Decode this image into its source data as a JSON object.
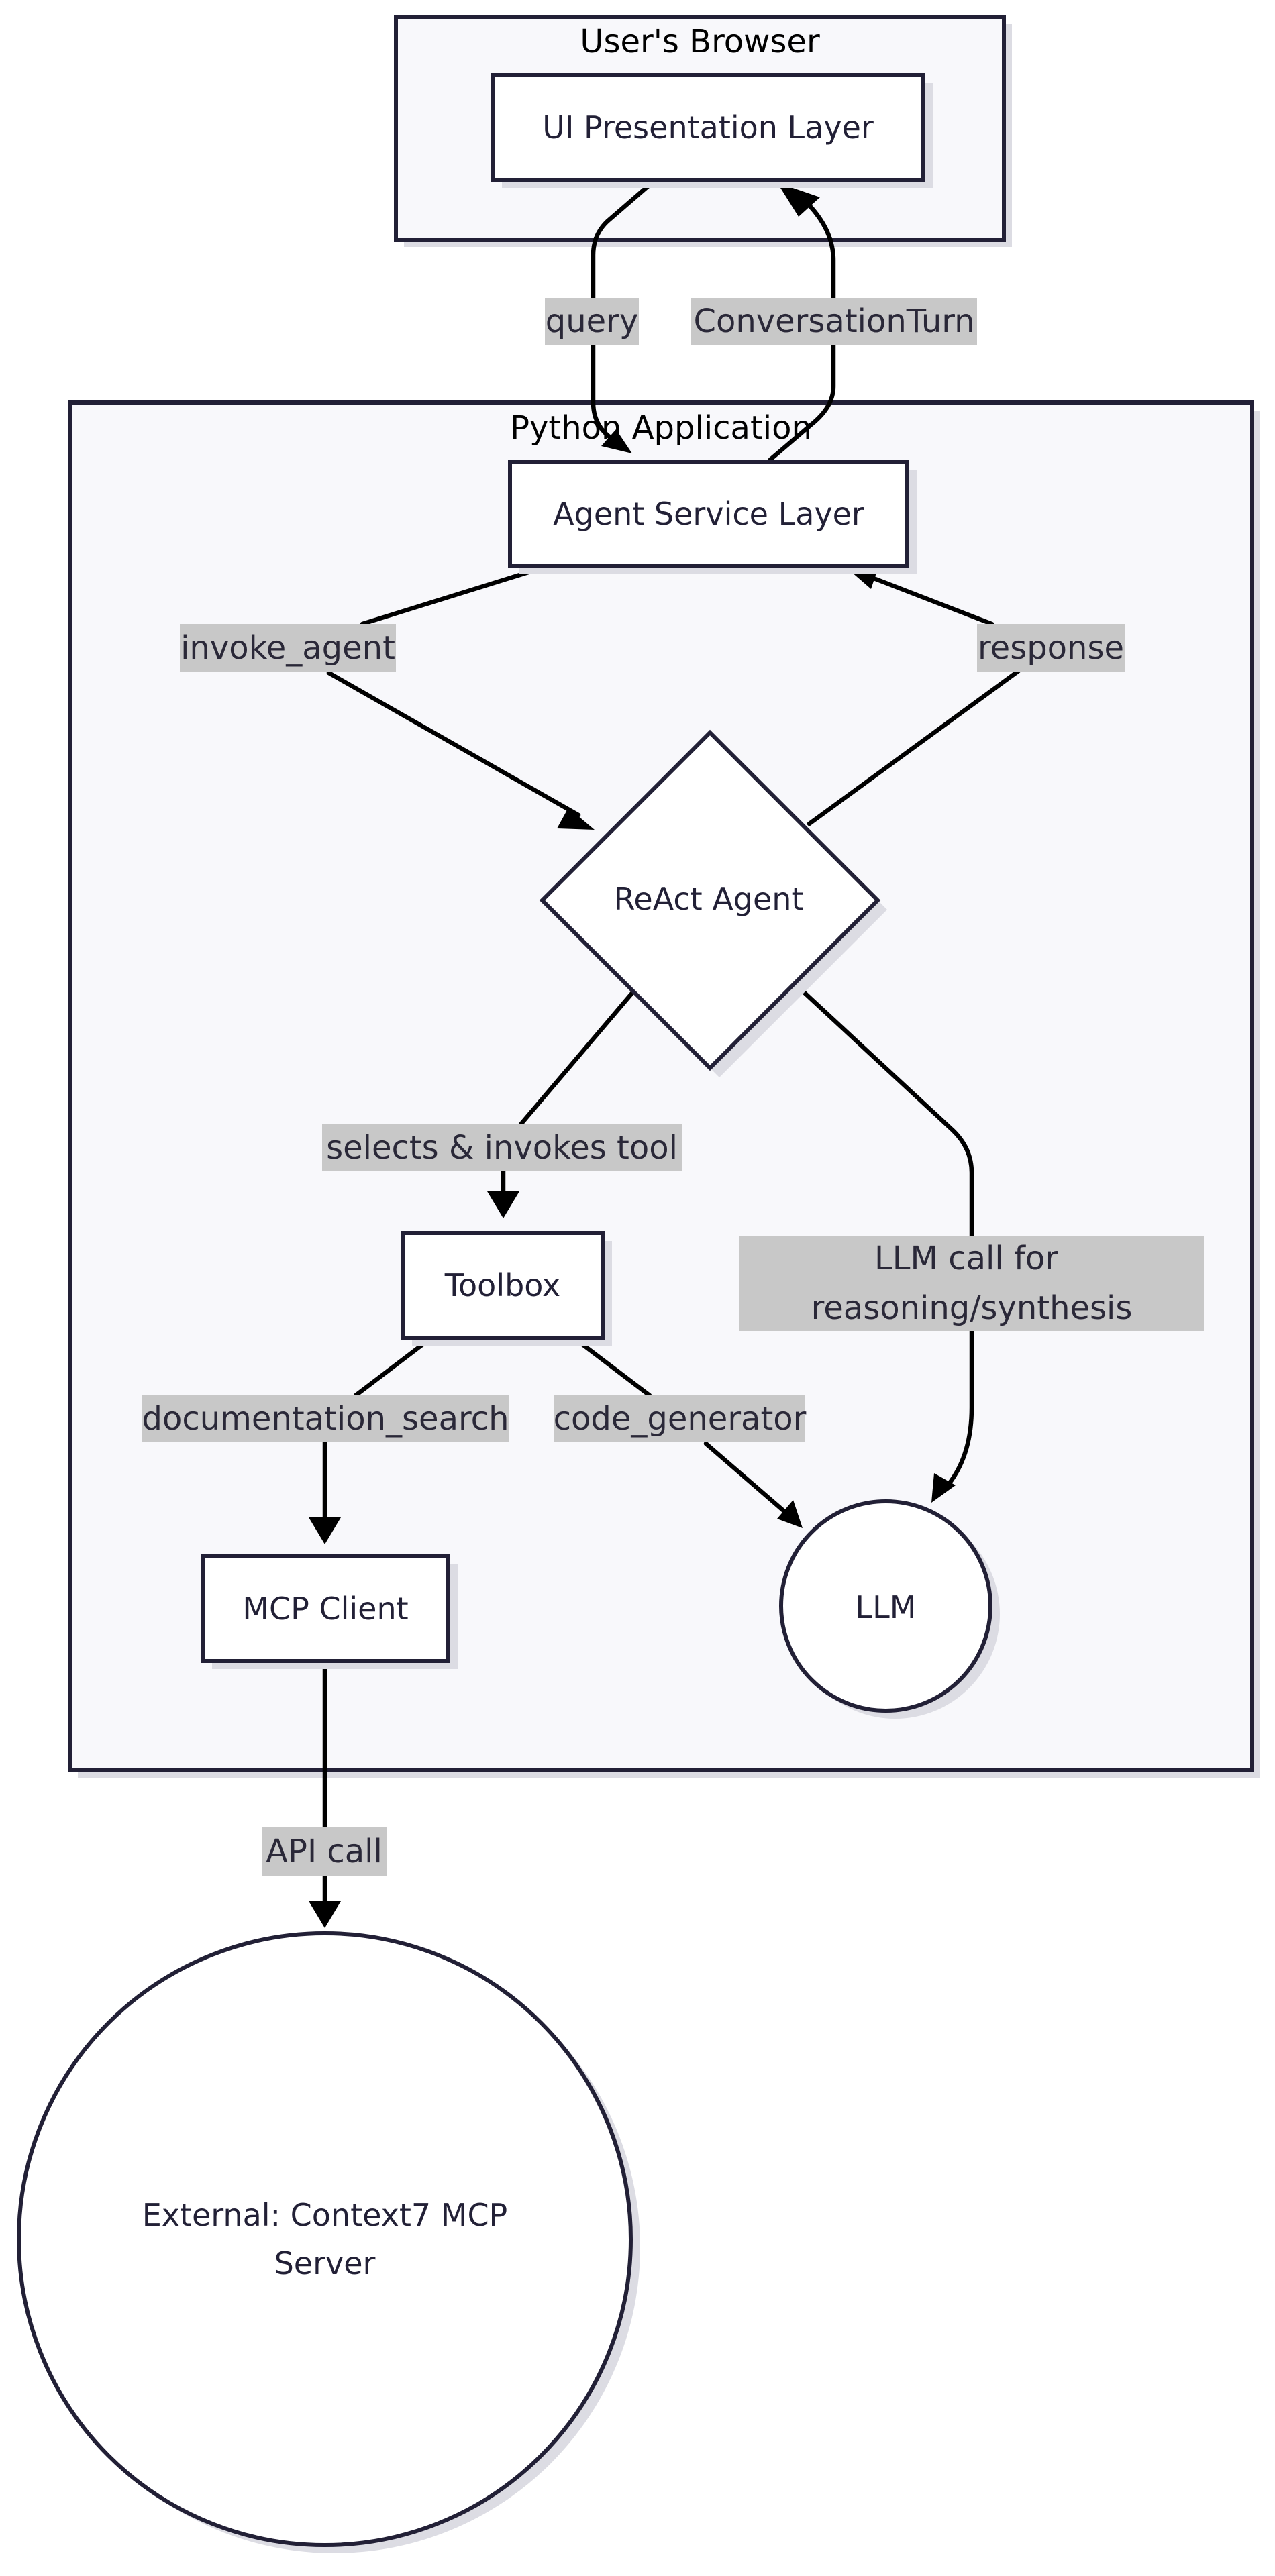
{
  "clusters": {
    "browser": "User's Browser",
    "python_app": "Python Application"
  },
  "nodes": {
    "ui_layer": "UI Presentation Layer",
    "agent_service": "Agent Service Layer",
    "react_agent": "ReAct Agent",
    "toolbox": "Toolbox",
    "mcp_client": "MCP Client",
    "llm": "LLM",
    "context7_line1": "External: Context7 MCP",
    "context7_line2": "Server"
  },
  "edges": {
    "query": "query",
    "conversation_turn": "ConversationTurn",
    "invoke_agent": "invoke_agent",
    "response": "response",
    "selects_invokes": "selects & invokes tool",
    "llm_call_line1": "LLM call for",
    "llm_call_line2": "reasoning/synthesis",
    "documentation_search": "documentation_search",
    "code_generator": "code_generator",
    "api_call": "API call"
  }
}
